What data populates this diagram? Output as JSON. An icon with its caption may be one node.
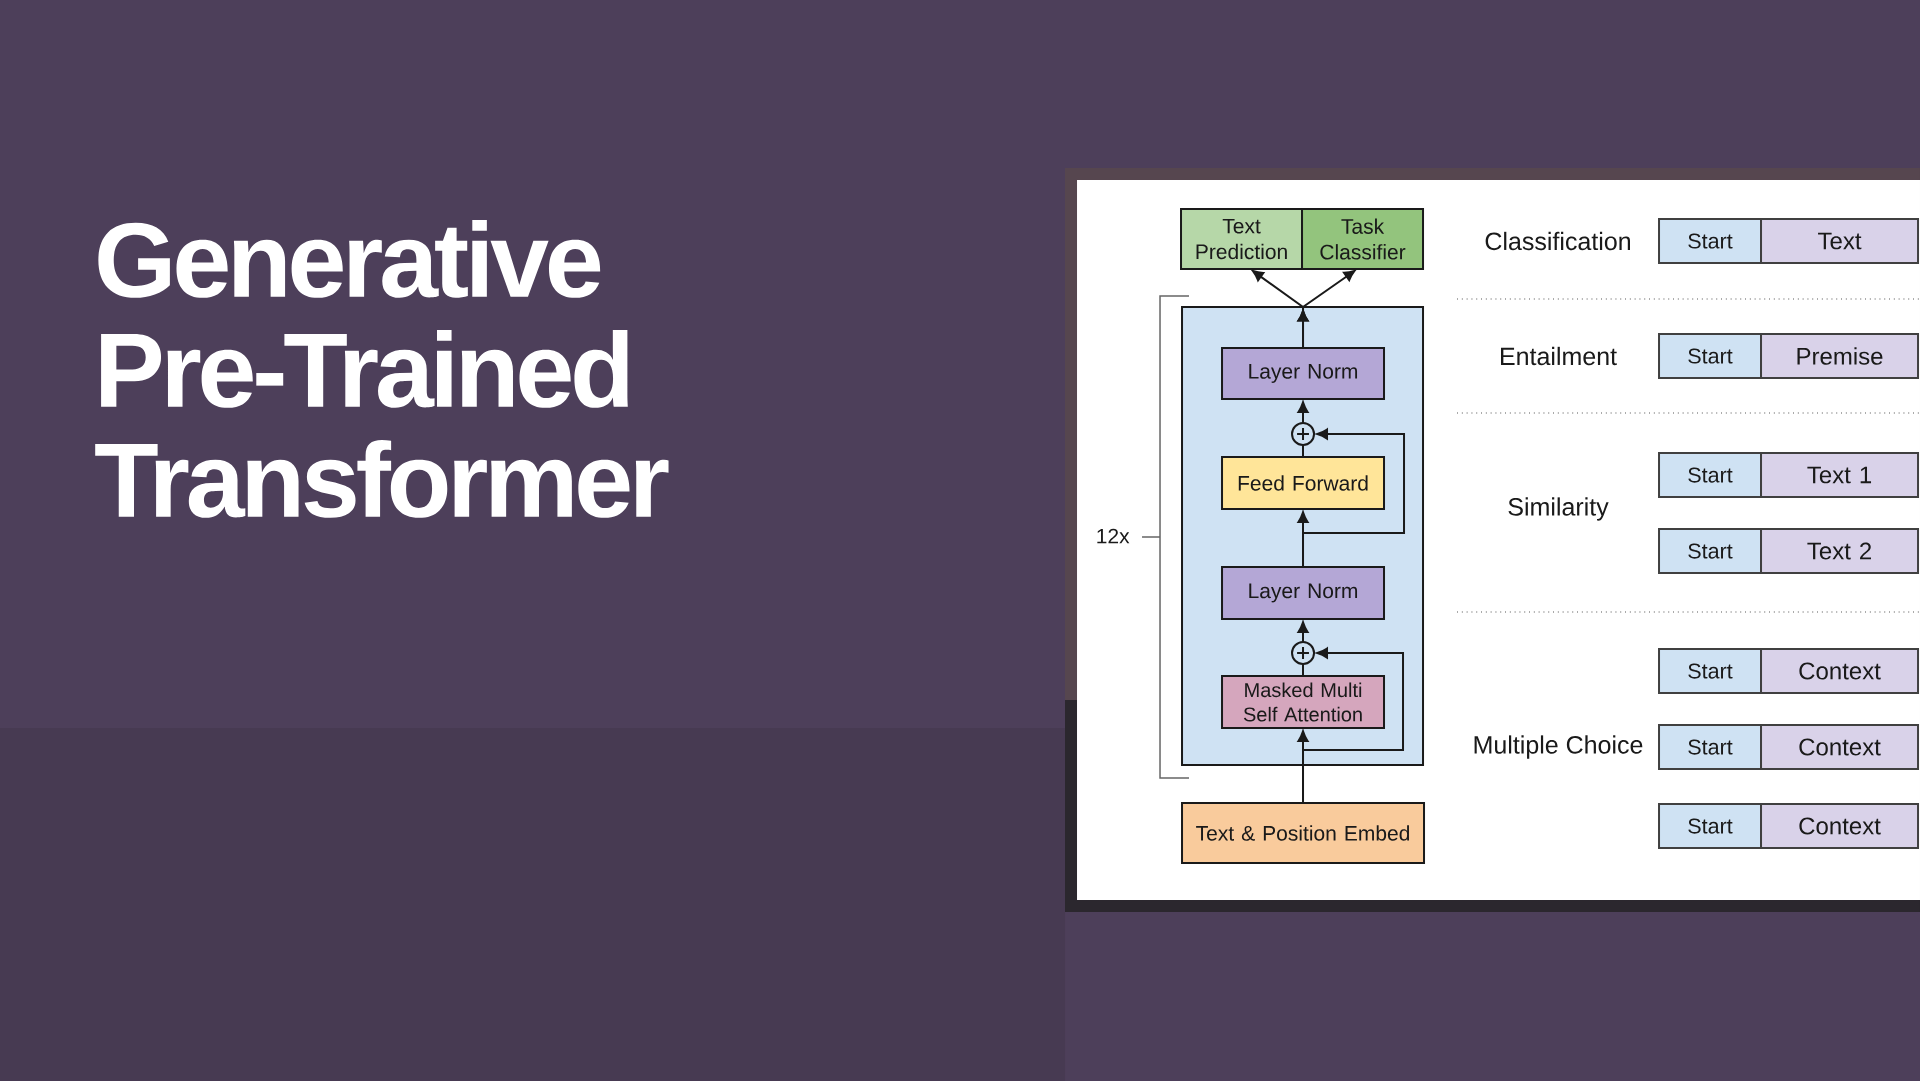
{
  "diagram": {
    "title": "Generative Pre-Trained Transformer",
    "nodes": [
      {
        "text": [
          "Text Prediction"
        ]
      },
      {
        "text": [
          "Task Classifier"
        ]
      },
      {
        "text": [],
        "shape": "box",
        "beside": [
          "12x"
        ]
      },
      {
        "text": [
          "Layer Norm"
        ],
        "in": 2
      },
      {
        "text": [],
        "shape": "circle",
        "in": 2
      },
      {
        "text": [
          "Feed Forward"
        ],
        "in": 2
      },
      {
        "text": [
          "Layer Norm"
        ],
        "in": 2
      },
      {
        "text": [],
        "shape": "circle",
        "in": 2
      },
      {
        "text": [
          "Masked Multi Self Attention"
        ],
        "in": 2
      },
      {
        "text": [
          "Text & Position Embed"
        ]
      },
      {
        "text": [
          "Start"
        ]
      },
      {
        "text": [
          "Text"
        ]
      },
      {
        "text": [
          "Start"
        ]
      },
      {
        "text": [
          "Premise"
        ]
      },
      {
        "text": [
          "Start"
        ]
      },
      {
        "text": [
          "Text 1"
        ]
      },
      {
        "text": [
          "Start"
        ]
      },
      {
        "text": [
          "Text 2"
        ]
      },
      {
        "text": [
          "Start"
        ]
      },
      {
        "text": [
          "Context"
        ]
      },
      {
        "text": [
          "Start"
        ]
      },
      {
        "text": [
          "Context"
        ]
      },
      {
        "text": [
          "Start"
        ]
      },
      {
        "text": [
          "Context"
        ]
      }
    ],
    "edges": [
      {
        "from": 3,
        "to": 0,
        "arrow": "to"
      },
      {
        "from": 3,
        "to": 1,
        "arrow": "to"
      },
      {
        "from": 4,
        "to": 3,
        "arrow": "to"
      },
      {
        "from": 5,
        "to": 4,
        "arrow": "none"
      },
      {
        "from": 6,
        "to": 5,
        "arrow": "to"
      },
      {
        "from": 6,
        "to": 4,
        "arrow": "to"
      },
      {
        "from": 7,
        "to": 6,
        "arrow": "to"
      },
      {
        "from": 8,
        "to": 7,
        "arrow": "none"
      },
      {
        "from": 9,
        "to": 8,
        "arrow": "to"
      },
      {
        "from": 9,
        "to": 7,
        "arrow": "to"
      }
    ],
    "labels": [
      "Classification",
      "Entailment",
      "Similarity",
      "Multiple Choice"
    ]
  }
}
